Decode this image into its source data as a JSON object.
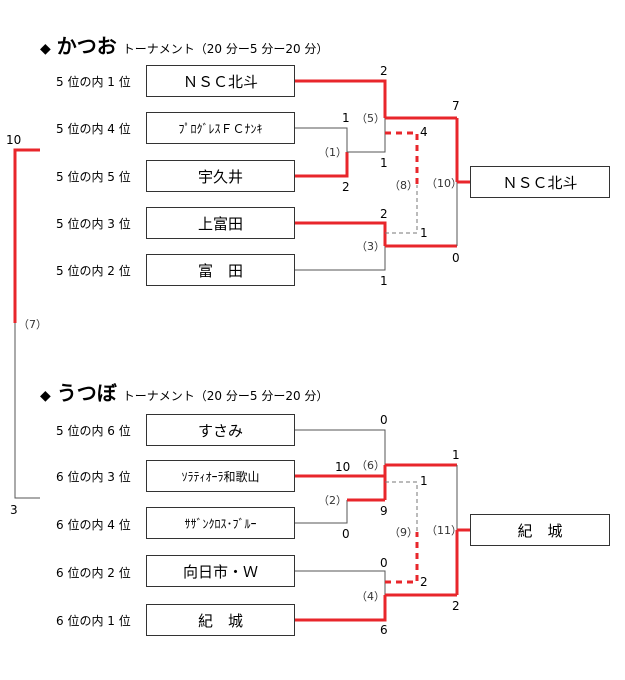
{
  "top": {
    "title": "かつお",
    "subtitle": "トーナメント（20 分ー5 分ー20 分）",
    "seeds": [
      "5 位の内 1 位",
      "5 位の内 4 位",
      "5 位の内 5 位",
      "5 位の内 3 位",
      "5 位の内 2 位"
    ],
    "teams": [
      "ＮＳＣ北斗",
      "ﾌﾟﾛｸﾞﾚｽＦＣﾅﾝｷ",
      "宇久井",
      "上富田",
      "富　田"
    ],
    "winner": "ＮＳＣ北斗",
    "matches": [
      "（1）",
      "（5）",
      "（3）",
      "（8）",
      "（10）"
    ],
    "scores": {
      "m1_top": "1",
      "m1_bottom": "2",
      "m5_top": "2",
      "m5_bottom": "1",
      "m3_top": "2",
      "m3_bottom": "1",
      "m8_top": "4",
      "m8_bottom": "1",
      "m10_top": "7",
      "m10_bottom": "0"
    }
  },
  "bottom": {
    "title": "うつぼ",
    "subtitle": "トーナメント（20 分ー5 分ー20 分）",
    "seeds": [
      "5 位の内 6 位",
      "6 位の内 3 位",
      "6 位の内 4 位",
      "6 位の内 2 位",
      "6 位の内 1 位"
    ],
    "teams": [
      "すさみ",
      "ｿﾗﾃｨｵｰﾗ和歌山",
      "ｻｻﾞﾝｸﾛｽ･ﾌﾞﾙｰ",
      "向日市・Ｗ",
      "紀　城"
    ],
    "winner": "紀　城",
    "matches": [
      "（2）",
      "（6）",
      "（4）",
      "（9）",
      "（11）"
    ],
    "scores": {
      "m2_top": "10",
      "m2_bottom": "0",
      "m6_top": "0",
      "m6_bottom": "9",
      "m4_top": "0",
      "m4_bottom": "6",
      "m9_top": "1",
      "m9_bottom": "2",
      "m11_top": "1",
      "m11_bottom": "2"
    }
  },
  "final": {
    "match": "（7）",
    "score_top": "10",
    "score_bottom": "3"
  },
  "colors": {
    "win": "#e8262b",
    "lose": "#555555"
  }
}
